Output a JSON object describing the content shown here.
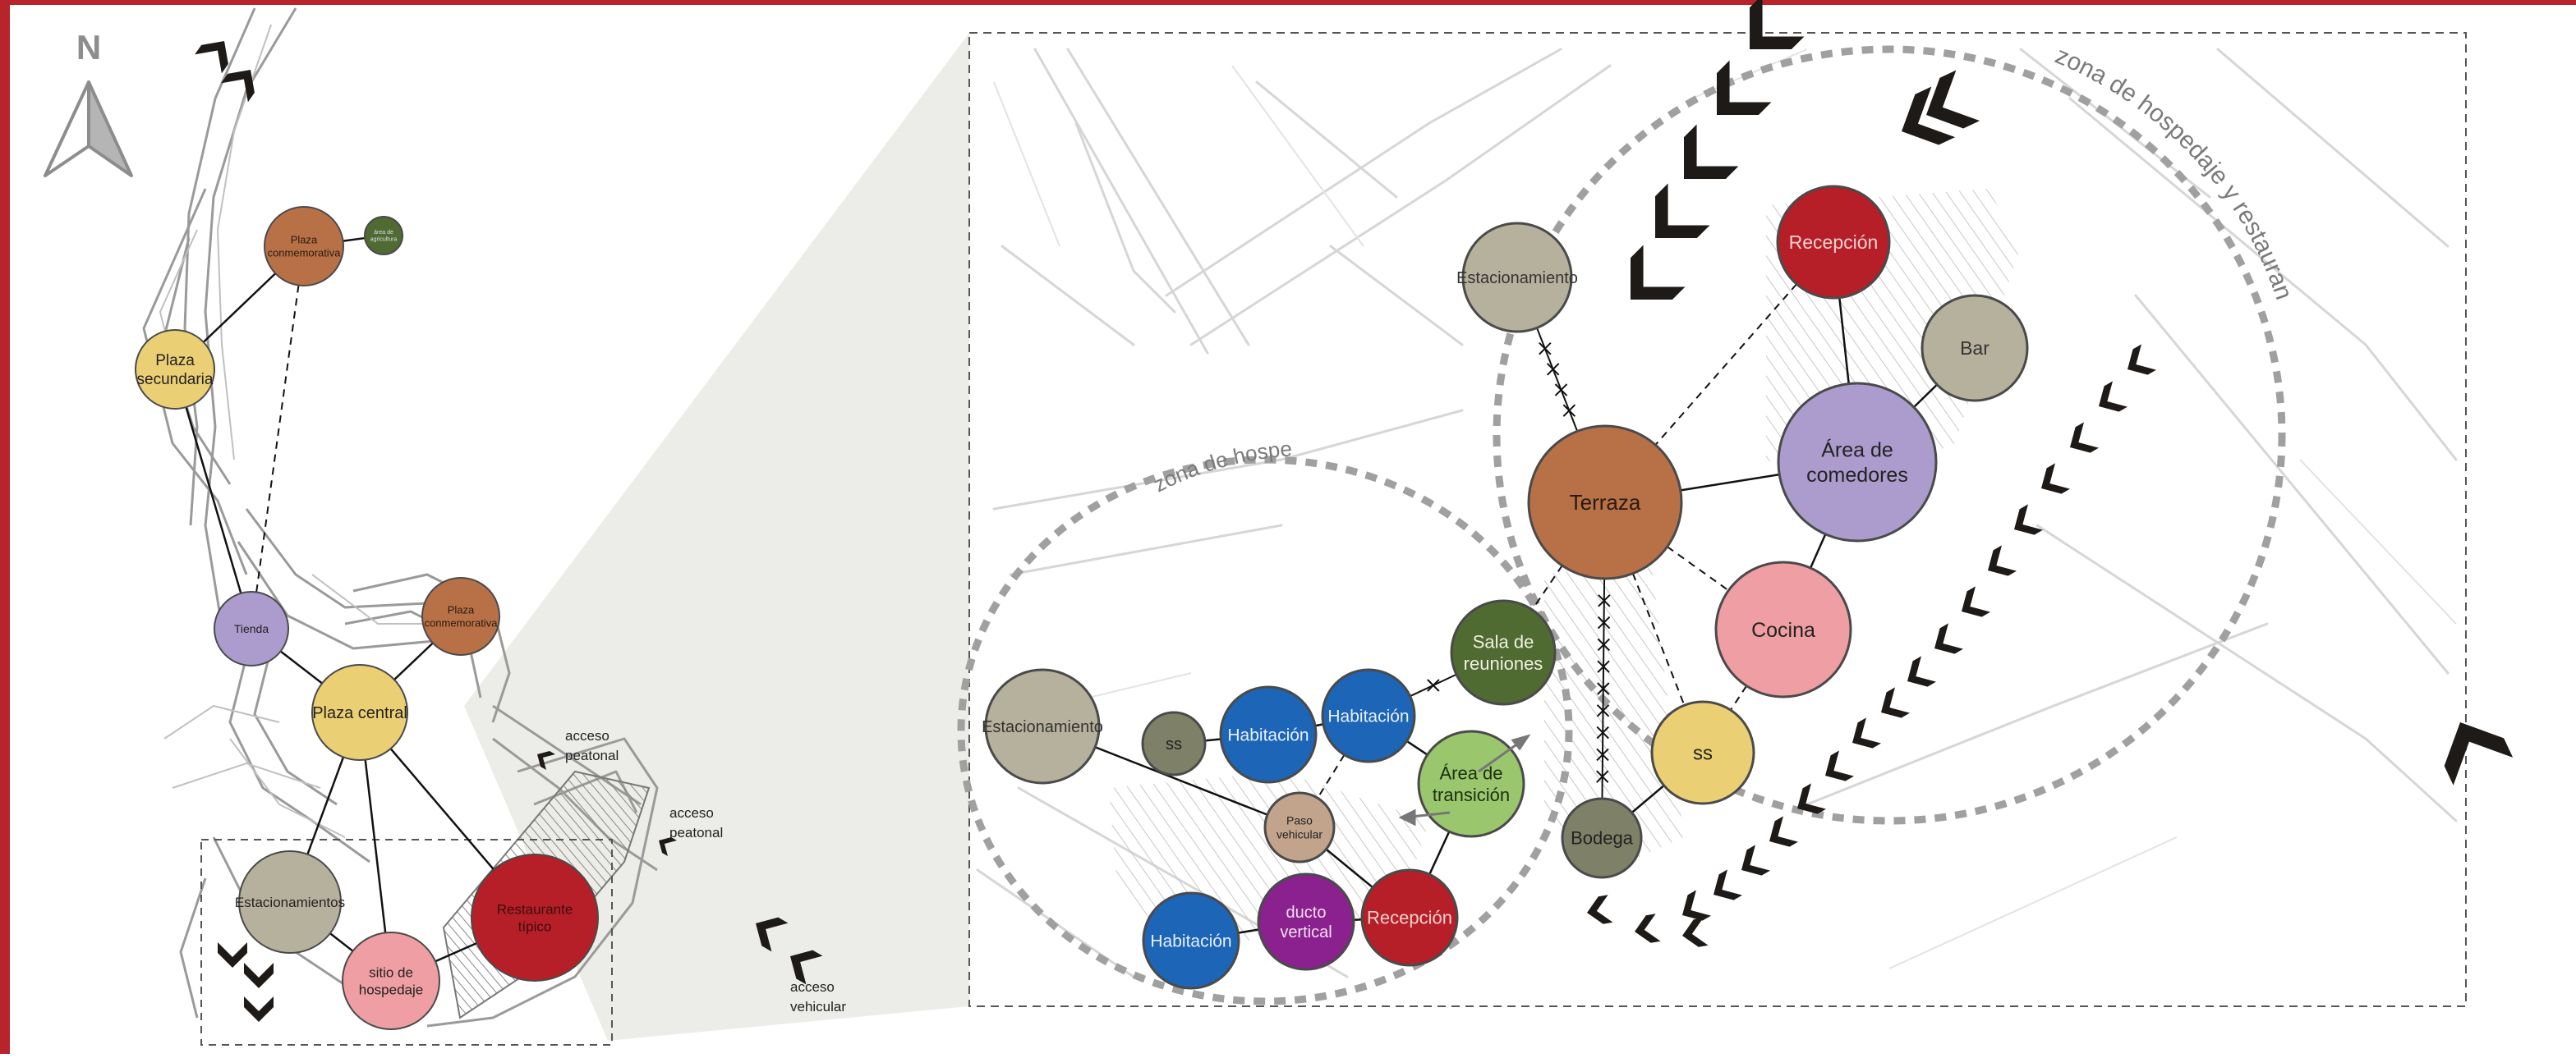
{
  "north_label": "N",
  "colors": {
    "frame": "#b8242b",
    "terracotta": "#b87146",
    "yellow": "#ebcf74",
    "lavender": "#ab9ccd",
    "greige": "#b6b19d",
    "red": "#b61f27",
    "pink": "#ef9ea3",
    "dark_green": "#4f6b31",
    "light_green": "#9ac76d",
    "blue": "#1c65b7",
    "tan": "#c2a48c",
    "olive_gray": "#7e8168",
    "purple": "#8b218e",
    "chevron": "#1e1a18"
  },
  "site_plan": {
    "nodes": {
      "plaza_conmemorativa_top": "Plaza\nconmemorativa",
      "small_green_node": "área de\nagricultura",
      "plaza_secundaria": "Plaza\nsecundaria",
      "tienda": "Tienda",
      "plaza_conmemorativa_mid": "Plaza\nconmemorativa",
      "plaza_central": "Plaza central",
      "estacionamientos": "Estacionamientos",
      "restaurante": "Restaurante\ntípico",
      "sitio_hospedaje": "sitio de\nhospedaje"
    },
    "access_labels": {
      "peatonal_1": "acceso\npeatonal",
      "peatonal_2": "acceso\npeatonal",
      "vehicular": "acceso\nvehicular"
    }
  },
  "detail": {
    "zone_labels": {
      "hospedaje_restaurante": "zona de hospedaje y restaurante",
      "hospedaje": "zona de hospedaje"
    },
    "nodes": {
      "estacionamiento_top": "Estacionamiento",
      "recepcion_top": "Recepción",
      "bar": "Bar",
      "terraza": "Terraza",
      "area_comedores": "Área de\ncomedores",
      "cocina": "Cocina",
      "sala_reuniones": "Sala de\nreuniones",
      "ss_right": "ss",
      "bodega": "Bodega",
      "estacionamiento_left": "Estacionamiento",
      "ss_left": "ss",
      "habitacion_1": "Habitación",
      "habitacion_2": "Habitación",
      "area_transicion": "Área de\ntransición",
      "paso_vehicular": "Paso\nvehicular",
      "recepcion_bottom": "Recepción",
      "ducto_vertical": "ducto\nvertical",
      "habitacion_3": "Habitación"
    }
  }
}
